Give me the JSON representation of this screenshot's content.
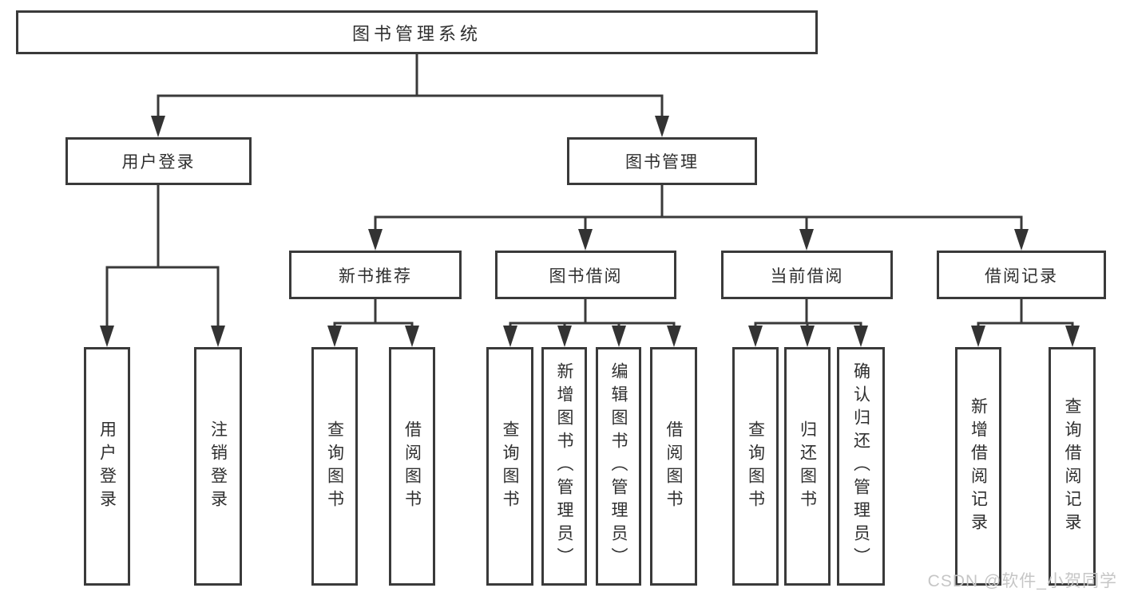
{
  "diagram": {
    "type": "tree",
    "title": "图书管理系统",
    "root": {
      "label": "图书管理系统",
      "children": [
        {
          "label": "用户登录",
          "children": [
            {
              "label": "用户登录"
            },
            {
              "label": "注销登录"
            }
          ]
        },
        {
          "label": "图书管理",
          "children": [
            {
              "label": "新书推荐",
              "children": [
                {
                  "label": "查询图书"
                },
                {
                  "label": "借阅图书"
                }
              ]
            },
            {
              "label": "图书借阅",
              "children": [
                {
                  "label": "查询图书"
                },
                {
                  "label": "新增图书（管理员）"
                },
                {
                  "label": "编辑图书（管理员）"
                },
                {
                  "label": "借阅图书"
                }
              ]
            },
            {
              "label": "当前借阅",
              "children": [
                {
                  "label": "查询图书"
                },
                {
                  "label": "归还图书"
                },
                {
                  "label": "确认归还（管理员）"
                }
              ]
            },
            {
              "label": "借阅记录",
              "children": [
                {
                  "label": "新增借阅记录"
                },
                {
                  "label": "查询借阅记录"
                }
              ]
            }
          ]
        }
      ]
    },
    "colors": {
      "line": "#3a3a3a",
      "box_border": "#3a3a3a",
      "box_fill": "#ffffff",
      "text": "#2f2f2f",
      "background": "#ffffff"
    }
  },
  "watermark": {
    "text": "CSDN @软件_小贺同学",
    "color": "#c6c6c6"
  }
}
